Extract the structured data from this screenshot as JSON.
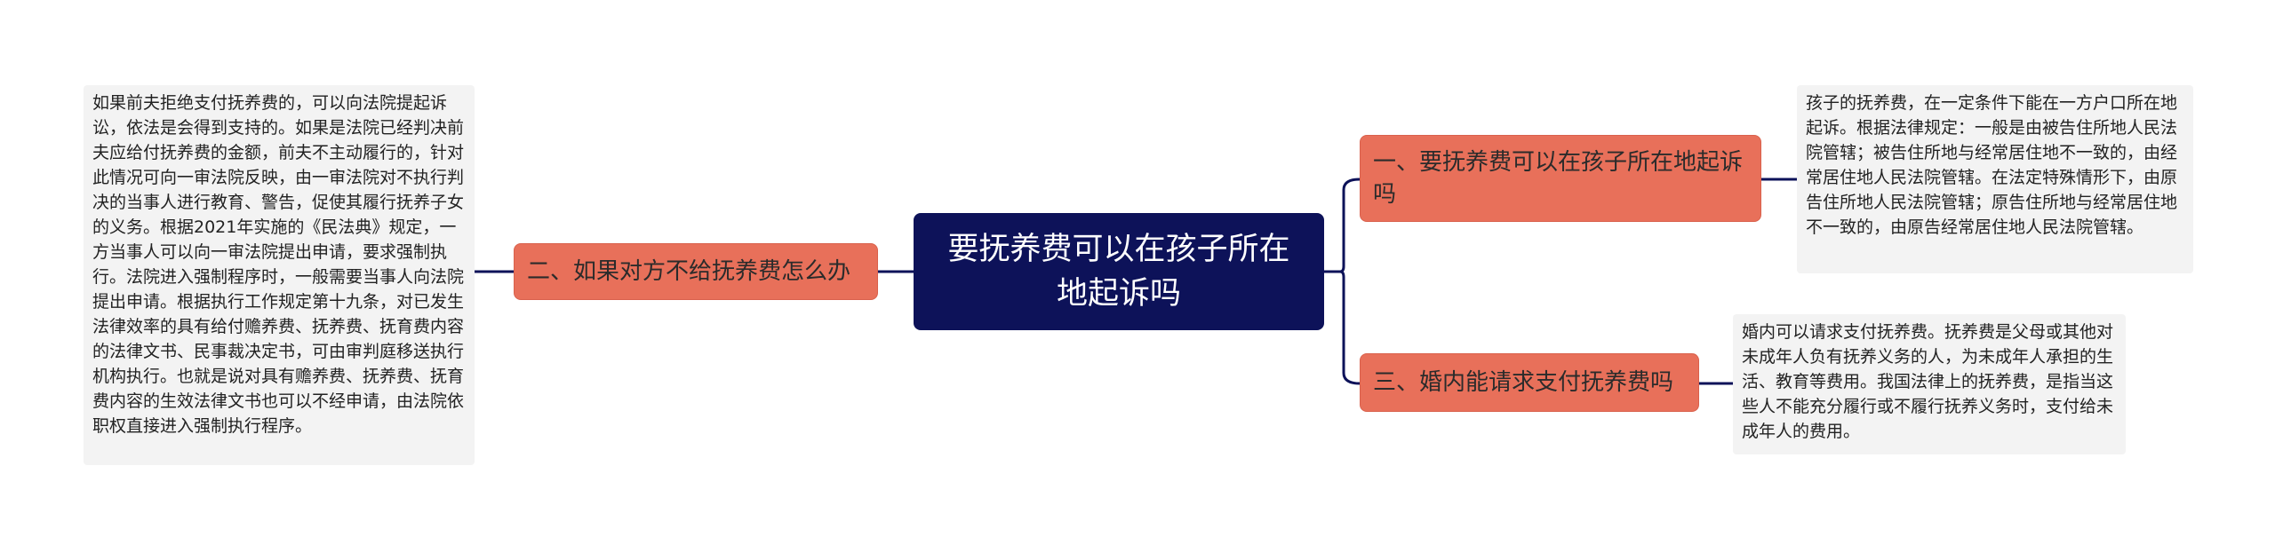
{
  "mindmap": {
    "root": {
      "label": "要抚养费可以在孩子所在地起诉吗"
    },
    "branches": [
      {
        "label": "一、要抚养费可以在孩子所在地起诉吗",
        "detail": "孩子的抚养费，在一定条件下能在一方户口所在地起诉。根据法律规定：一般是由被告住所地人民法院管辖；被告住所地与经常居住地不一致的，由经常居住地人民法院管辖。在法定特殊情形下，由原告住所地人民法院管辖；原告住所地与经常居住地不一致的，由原告经常居住地人民法院管辖。"
      },
      {
        "label": "二、如果对方不给抚养费怎么办",
        "detail": "如果前夫拒绝支付抚养费的，可以向法院提起诉讼，依法是会得到支持的。如果是法院已经判决前夫应给付抚养费的金额，前夫不主动履行的，针对此情况可向一审法院反映，由一审法院对不执行判决的当事人进行教育、警告，促使其履行抚养子女的义务。根据2021年实施的《民法典》规定，一方当事人可以向一审法院提出申请，要求强制执行。法院进入强制程序时，一般需要当事人向法院提出申请。根据执行工作规定第十九条，对已发生法律效率的具有给付赡养费、抚养费、抚育费内容的法律文书、民事裁决定书，可由审判庭移送执行机构执行。也就是说对具有赡养费、抚养费、抚育费内容的生效法律文书也可以不经申请，由法院依职权直接进入强制执行程序。"
      },
      {
        "label": "三、婚内能请求支付抚养费吗",
        "detail": "婚内可以请求支付抚养费。抚养费是父母或其他对未成年人负有抚养义务的人，为未成年人承担的生活、教育等费用。我国法律上的抚养费，是指当这些人不能充分履行或不履行抚养义务时，支付给未成年人的费用。"
      }
    ],
    "colors": {
      "root_fill": "#0d1259",
      "branch_fill": "#e8705a",
      "leaf_fill": "#f3f3f3",
      "connector": "#0d1259"
    }
  }
}
